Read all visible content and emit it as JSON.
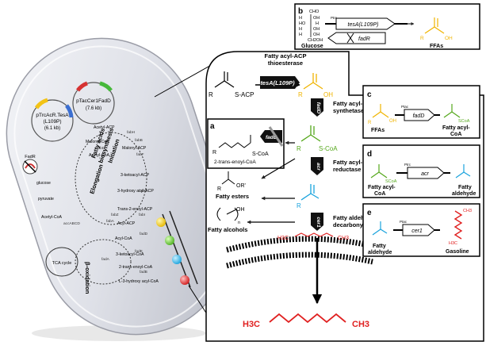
{
  "cell": {
    "plasmid1": {
      "line1": "pTrcAcR.TesA",
      "line2": "(L109P)",
      "line3": "(6.1 kb)"
    },
    "plasmid2": {
      "line1": "pTacCer1FadD",
      "line2": "(7.6 kb)"
    },
    "fadR_label": "FadR",
    "cycle_titles": [
      "Fatty acids",
      "biosynthesis",
      "Initiation",
      "Elongation"
    ],
    "oxidation": "β-oxidation",
    "tca": "TCA cycle",
    "metabolites": [
      "glucose",
      "pyruvate",
      "Acetyl-CoA",
      "Acetyl-ACP",
      "Malonyl-CoA",
      "Acetyl-CoA",
      "Malonyl-ACP",
      "3-ketoacyl-ACP",
      "3-hydroxy acyl-ACP",
      "Trans-2-enoyl-ACP",
      "Acyl-ACP",
      "Acyl-CoA",
      "3-ketoacyl-CoA",
      "2-trans-enoyl-CoA",
      "L-3-hydroxy acyl-CoA"
    ],
    "genes": [
      "fabH",
      "fabD",
      "fabB",
      "fabF",
      "fabG",
      "fabZ",
      "fabA",
      "fabI",
      "accABCD",
      "fadD",
      "fadE",
      "fadA",
      "fadB"
    ]
  },
  "pathway": {
    "acp_substrate": "S-ACP",
    "r": "R",
    "step1": {
      "l1": "Fatty acyl-ACP",
      "l2": "thioesterase"
    },
    "tesA": "tesA(L109P)",
    "step2": {
      "l1": "Fatty acyl-CoA",
      "l2": "synthetase"
    },
    "fadD": "fadD",
    "coa": "S-CoA",
    "step3": {
      "l1": "Fatty acyl-CoA",
      "l2": "reductase"
    },
    "acr": "acr",
    "step4": {
      "l1": "Fatty aldehyde",
      "l2": "decarbonylase"
    },
    "cer1": "cer1",
    "esters": "Fatty esters",
    "ester_or": "OR'",
    "alcohols": "Fatty alcohols",
    "oh": "OH",
    "n": "n",
    "membrane_alkane": {
      "left": "H3C",
      "right": "CH3"
    },
    "final_alkane": {
      "left": "H3C",
      "right": "CH3"
    }
  },
  "panel_a": {
    "letter": "a",
    "enoyl": "2-trans-enoyl-CoA",
    "gene": "fadE",
    "r": "R",
    "coa": "S-CoA"
  },
  "panel_b": {
    "letter": "b",
    "glucose": "Glucose",
    "ffas": "FFAs",
    "gene1": "tesA(L109P)",
    "gene2": "fadR",
    "promoter": "Ptrc",
    "cho": "CHO",
    "ch2oh": "CH2OH",
    "h": "H",
    "ho": "HO",
    "oh": "OH",
    "r": "R",
    "oh_acid": "OH"
  },
  "panel_c": {
    "letter": "c",
    "ffas": "FFAs",
    "gene": "fadD",
    "promoter": "Ptac",
    "product": "Fatty acyl-",
    "product2": "CoA",
    "coa": "SCoA"
  },
  "panel_d": {
    "letter": "d",
    "substrate": "Fatty acyl-",
    "substrate2": "CoA",
    "gene": "acr",
    "promoter": "Ptrc",
    "product": "Fatty",
    "product2": "aldehyde",
    "coa": "SCoA"
  },
  "panel_e": {
    "letter": "e",
    "substrate": "Fatty",
    "substrate2": "aldehyde",
    "gene": "cer1",
    "promoter": "Ptac",
    "product": "Gasoline",
    "ch3": "CH3",
    "h3c": "H3C"
  }
}
